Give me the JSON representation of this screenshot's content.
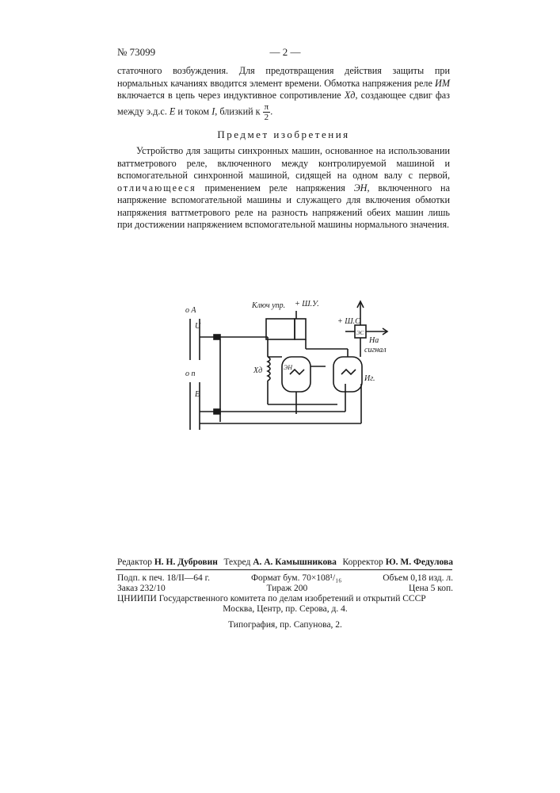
{
  "header": {
    "patent_number": "№ 73099",
    "page": "— 2 —"
  },
  "body": {
    "p1_a": "статочного возбуждения. Для предотвращения действия защиты при нормальных качаниях вводится элемент времени. Обмотка напряжения реле ",
    "p1_im": "ИМ",
    "p1_b": " включается в цепь через индуктивное сопротивление ",
    "p1_xd": "Xд",
    "p1_c": ", создающее сдвиг фаз между э.д.с. ",
    "p1_e": "E",
    "p1_d": " и током ",
    "p1_i": "I",
    "p1_e2": ", близкий к ",
    "frac_num": "π",
    "frac_den": "2",
    "p1_end": "."
  },
  "section_title": "Предмет изобретения",
  "claim": {
    "a": "Устройство для защиты синхронных машин, основанное на использовании ваттметрового реле, включенного между контролируемой машиной и вспомогательной синхронной машиной, сидящей на одном валу с первой, ",
    "spaced": "отличающееся",
    "b": " применением реле напряжения ",
    "en": "ЭН,",
    "c": " включенного на напряжение вспомогательной машины и служащего для включения обмотки напряжения ваттметрового реле на разность напряжений обеих машин лишь при достижении напряжением вспомогательной машины нормального значения."
  },
  "diagram": {
    "labels": {
      "o_a": "o A",
      "u": "U",
      "o_p": "o п",
      "e": "E",
      "key": "Ключ упр.",
      "shu": "+ Ш.У.",
      "shs": "+ Ш.С",
      "es": "ЭС",
      "na": "На",
      "signal": "сигнал",
      "xd": "Xд",
      "en": "ЭН",
      "im": "Иг."
    }
  },
  "footer": {
    "editor_label": "Редактор",
    "editor_name": "Н. Н. Дубровин",
    "techred_label": "Техред",
    "techred_name": "А. А. Камышникова",
    "corrector_label": "Корректор",
    "corrector_name": "Ю. М. Федулова",
    "sign": "Подп. к печ. 18/II—64 г.",
    "format": "Формат бум. 70×108¹/₁₆",
    "volume": "Объем 0,18 изд. л.",
    "order": "Заказ 232/10",
    "run": "Тираж 200",
    "price": "Цена 5 коп.",
    "org": "ЦНИИПИ Государственного комитета по делам изобретений и открытий СССР",
    "address": "Москва, Центр, пр. Серова, д. 4.",
    "typography": "Типография, пр. Сапунова, 2."
  }
}
